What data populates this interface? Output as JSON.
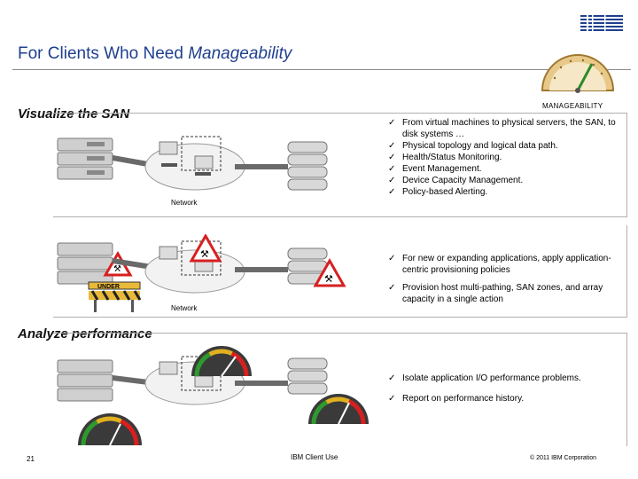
{
  "header": {
    "title_plain": "For Clients Who Need ",
    "title_italic": "Manageability",
    "logo": "IBM"
  },
  "badge": {
    "label": "MANAGEABILITY",
    "icon": "speedometer-icon"
  },
  "sections": {
    "visualize": {
      "heading": "Visualize the SAN",
      "network_label": "Network",
      "bullets": [
        "From virtual machines to physical servers, the SAN, to disk systems …",
        "Physical topology and logical data path.",
        "Health/Status Monitoring.",
        "Event Management.",
        "Device Capacity Management.",
        "Policy-based Alerting."
      ]
    },
    "provision": {
      "network_label": "Network",
      "barrier_label": "UNDER",
      "bullets": [
        "For new or expanding applications, apply application-centric provisioning policies",
        "Provision host multi-pathing, SAN zones, and array capacity in a single action"
      ]
    },
    "analyze": {
      "heading": "Analyze performance",
      "bullets": [
        "Isolate application I/O performance problems.",
        "Report on performance history."
      ]
    }
  },
  "footer": {
    "page_number": "21",
    "classification": "IBM Client Use",
    "copyright": "© 2011 IBM Corporation"
  },
  "colors": {
    "title_blue": "#1f3f8f",
    "warning_red": "#d62020",
    "gauge_gold": "#c9a25a"
  }
}
